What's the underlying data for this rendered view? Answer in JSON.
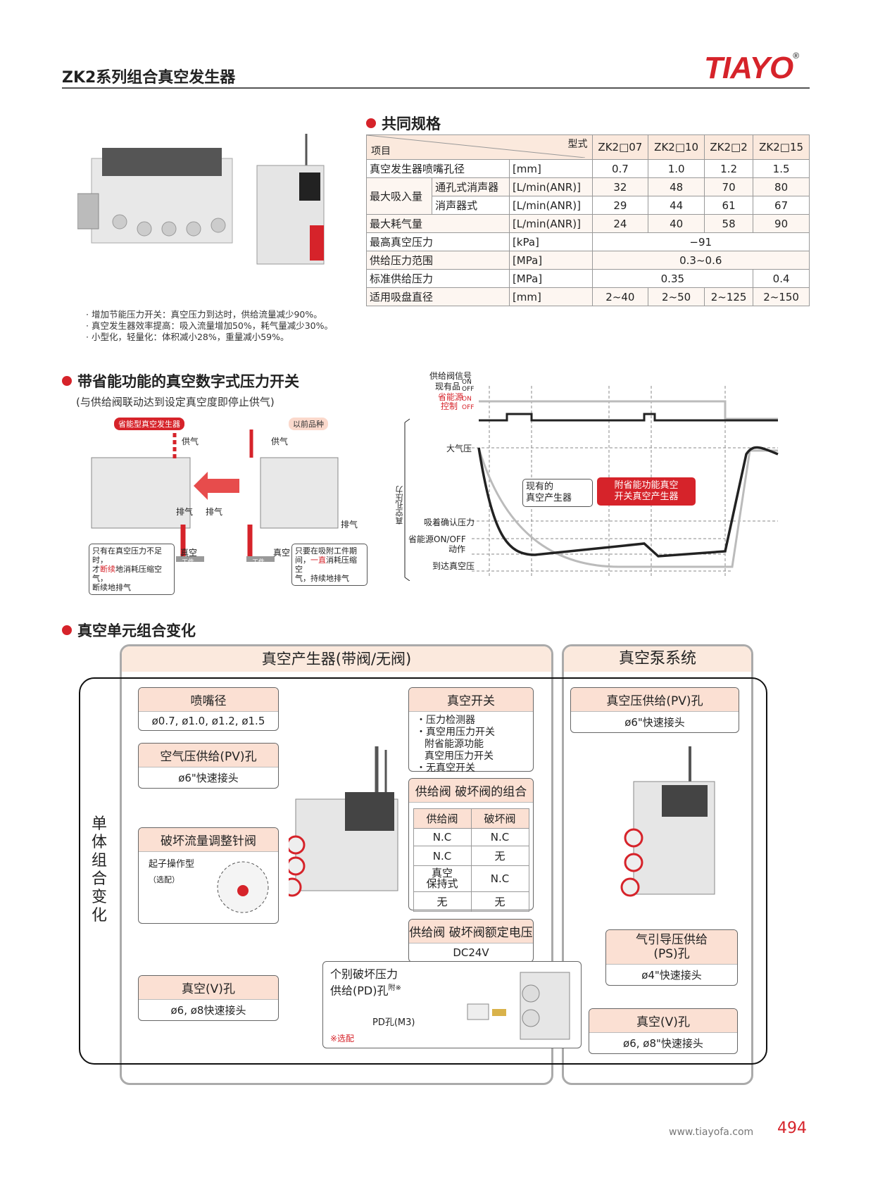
{
  "header": {
    "title": "ZK2系列组合真空发生器",
    "brand": "TIAYO",
    "brand_mark": "®",
    "accent_color": "#d6232a"
  },
  "spec": {
    "section_title": "共同规格",
    "header_item": "项目",
    "header_model": "型式",
    "models": [
      "ZK2□07",
      "ZK2□10",
      "ZK2□2",
      "ZK2□15"
    ],
    "rows": {
      "nozzle": {
        "label": "真空发生器喷嘴孔径",
        "unit": "[mm]",
        "values": [
          "0.7",
          "1.0",
          "1.2",
          "1.5"
        ]
      },
      "suction_group": "最大吸入量",
      "suction_a": {
        "label": "通孔式消声器",
        "unit": "[L/min(ANR)]",
        "values": [
          "32",
          "48",
          "70",
          "80"
        ]
      },
      "suction_b": {
        "label": "消声器式",
        "unit": "[L/min(ANR)]",
        "values": [
          "29",
          "44",
          "61",
          "67"
        ]
      },
      "air": {
        "label": "最大耗气量",
        "unit": "[L/min(ANR)]",
        "values": [
          "24",
          "40",
          "58",
          "90"
        ]
      },
      "max_vac": {
        "label": "最高真空压力",
        "unit": "[kPa]",
        "value": "−91"
      },
      "supply_range": {
        "label": "供给压力范围",
        "unit": "[MPa]",
        "value": "0.3~0.6"
      },
      "std_supply": {
        "label": "标准供给压力",
        "unit": "[MPa]",
        "value": "0.35",
        "value_last": "0.4"
      },
      "pad": {
        "label": "适用吸盘直径",
        "unit": "[mm]",
        "values": [
          "2~40",
          "2~50",
          "2~125",
          "2~150"
        ]
      }
    }
  },
  "features": [
    "· 增加节能压力开关：真空压力到达时，供给流量减少90%。",
    "· 真空发生器效率提高：吸入流量增加50%，耗气量减少30%。",
    "· 小型化，轻量化：体积减小28%，重量减小59%。"
  ],
  "switch_section": {
    "title": "带省能功能的真空数字式压力开关",
    "subtitle": "(与供给阀联动达到设定真空度即停止供气)",
    "tag_new": "省能型真空发生器",
    "tag_old": "以前品种",
    "supply": "供气",
    "exhaust": "排气",
    "vacuum": "真空",
    "workpiece": "工件",
    "note_new_a": "只有在真空压力不足时，",
    "note_new_b1": "才",
    "note_new_b2": "断续",
    "note_new_b3": "地消耗压缩空气，",
    "note_new_c": "断续地排气",
    "note_old_a": "只要在吸附工件期",
    "note_old_b1": "间，",
    "note_old_b2": "一直",
    "note_old_b3": "消耗压缩空",
    "note_old_c": "气，持续地排气"
  },
  "timing": {
    "signal": "供给阀信号",
    "existing": "现有品",
    "energy_a": "省能源",
    "energy_b": "控制",
    "on": "ON",
    "off": "OFF",
    "atm": "大气压",
    "y_axis": "真空孔压力",
    "confirm": "吸着确认压力",
    "energy_onoff": "省能源ON/OFF",
    "action": "动作",
    "reach": "到达真空压",
    "label_old_a": "现有的",
    "label_old_b": "真空产生器",
    "label_new_a": "附省能功能真空",
    "label_new_b": "开关真空产生器",
    "break": "≈"
  },
  "combo_section": {
    "title": "真空单元组合变化",
    "ejector_title": "真空产生器(带阀/无阀)",
    "pump_title": "真空泵系统",
    "side_label": [
      "单",
      "体",
      "组",
      "合",
      "变",
      "化"
    ],
    "nozzle": {
      "title": "喷嘴径",
      "value": "ø0.7, ø1.0, ø1.2, ø1.5"
    },
    "pv_supply": {
      "title": "空气压供给(PV)孔",
      "value": "ø6\"快速接头"
    },
    "needle": {
      "title": "破坏流量调整针阀",
      "option_a": "起子操作型",
      "option_b": "（选配）"
    },
    "vport": {
      "title": "真空(V)孔",
      "value": "ø6, ø8快速接头"
    },
    "switch": {
      "title": "真空开关",
      "items": [
        "・压力检测器",
        "・真空用压力开关",
        "附省能源功能",
        "真空用压力开关",
        "・无真空开关"
      ]
    },
    "valve_combo": {
      "title": "供给阀  破坏阀的组合",
      "headers": [
        "供给阀",
        "破坏阀"
      ],
      "rows": [
        [
          "N.C",
          "N.C"
        ],
        [
          "N.C",
          "无"
        ],
        [
          "真空\n保持式",
          "N.C"
        ],
        [
          "无",
          "无"
        ]
      ]
    },
    "voltage": {
      "title": "供给阀  破坏阀额定电压",
      "value": "DC24V"
    },
    "pd": {
      "title_a": "个别破坏压力",
      "title_b": "供给(PD)孔",
      "title_sup": "附※",
      "port": "PD孔(M3)",
      "option": "※选配"
    },
    "pump_pv": {
      "title": "真空压供给(PV)孔",
      "value": "ø6\"快速接头"
    },
    "pump_ps": {
      "title_a": "气引导压供给",
      "title_b": "(PS)孔",
      "value": "ø4\"快速接头"
    },
    "pump_v": {
      "title": "真空(V)孔",
      "value": "ø6, ø8\"快速接头"
    }
  },
  "footer": {
    "url": "www.tiayofa.com",
    "page": "494"
  }
}
